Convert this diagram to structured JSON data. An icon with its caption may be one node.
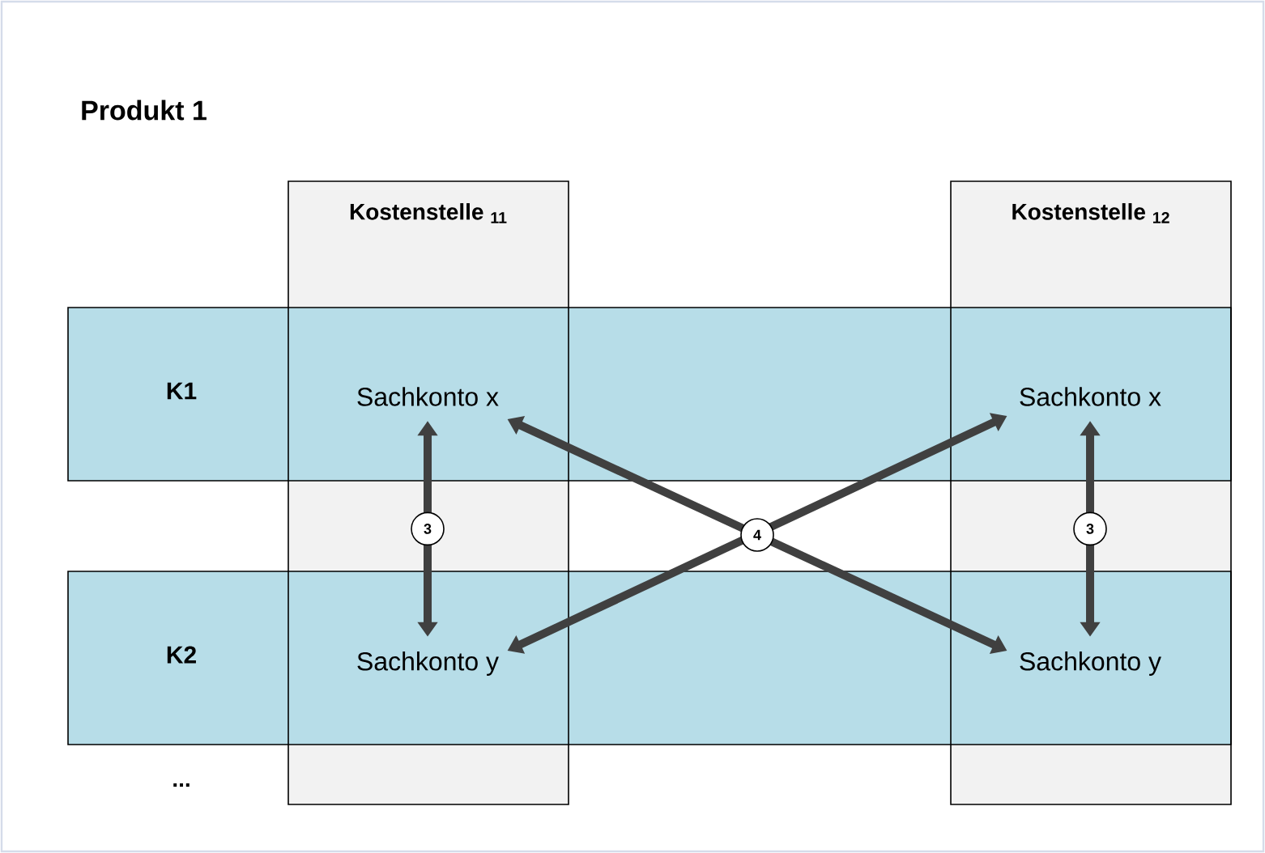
{
  "diagram": {
    "title": "Produkt 1",
    "nodes": [
      {
        "text": [
          "Sachkonto x"
        ]
      },
      {
        "text": [
          "Sachkonto y"
        ]
      },
      {
        "text": [
          "Sachkonto x"
        ]
      },
      {
        "text": [
          "Sachkonto y"
        ]
      }
    ],
    "edges": [
      {
        "from": 0,
        "to": 1,
        "arrow": "both",
        "label": "3"
      },
      {
        "from": 2,
        "to": 3,
        "arrow": "both",
        "label": "3"
      },
      {
        "from": 0,
        "to": 3,
        "arrow": "both",
        "label": "4"
      },
      {
        "from": 1,
        "to": 2,
        "arrow": "both"
      }
    ],
    "labels": [
      "Kostenstelle $_{11}$",
      "Kostenstelle $_{12}$",
      "K1",
      "K2",
      "..."
    ]
  }
}
